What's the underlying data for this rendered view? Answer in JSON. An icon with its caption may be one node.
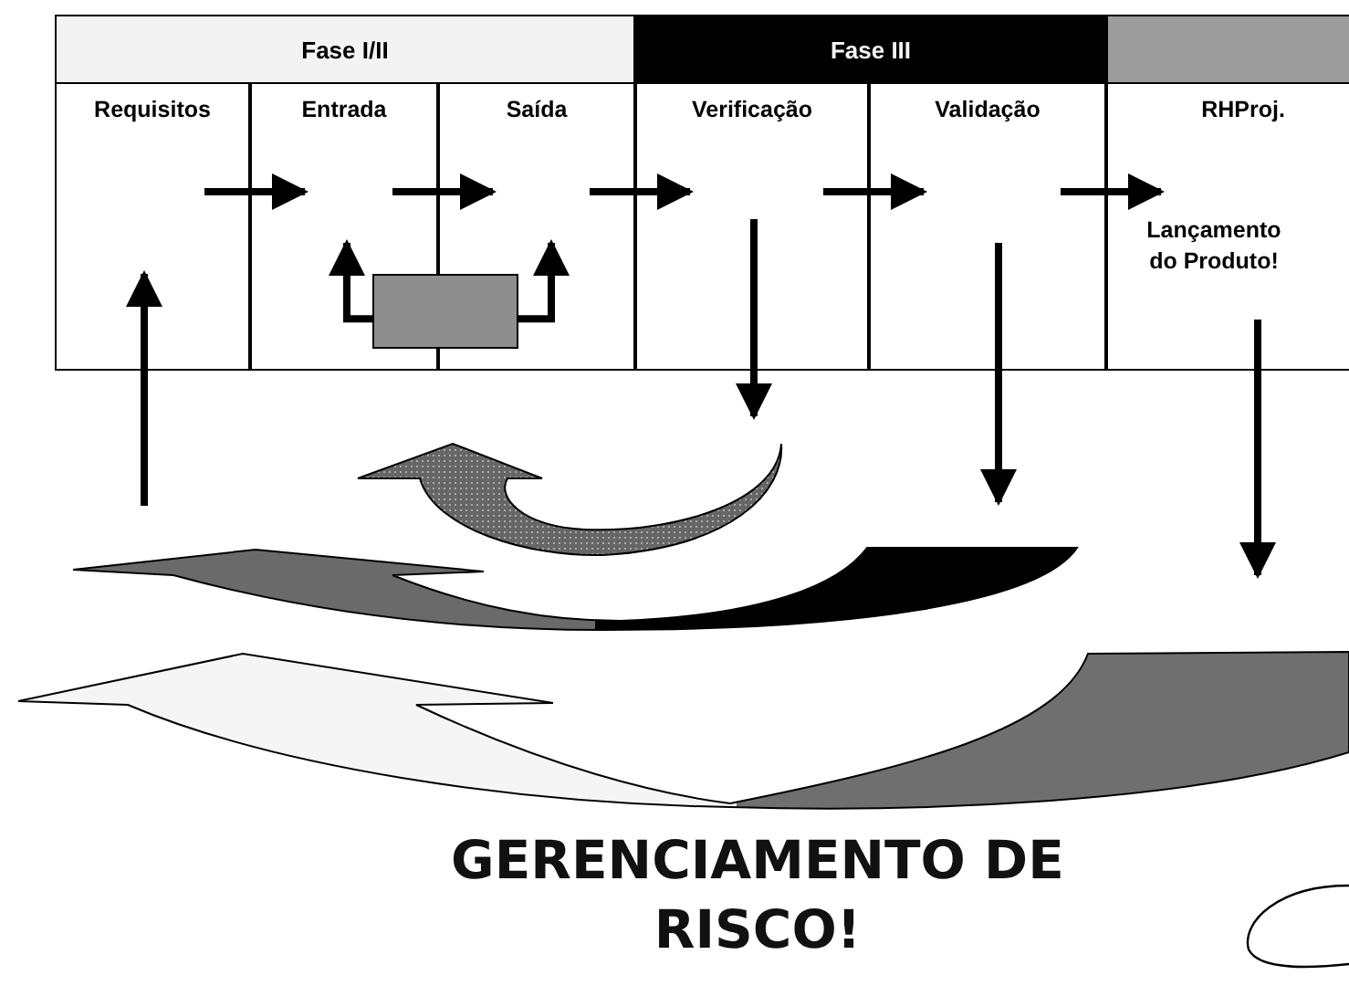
{
  "diagram": {
    "nodes": [
      {
        "text": [
          "Fase I/II"
        ]
      },
      {
        "text": [
          "Fase III"
        ]
      },
      {
        "text": [],
        "shape": "bar"
      },
      {
        "text": [
          "Requisitos"
        ]
      },
      {
        "text": [
          "Entrada"
        ]
      },
      {
        "text": [
          "Saída"
        ]
      },
      {
        "text": [
          "Verificação"
        ]
      },
      {
        "text": [
          "Validação"
        ]
      },
      {
        "text": [
          "RHProj.",
          "Lançamento do Produto!"
        ]
      },
      {
        "text": [],
        "shape": "box"
      }
    ],
    "edges": [
      {
        "from": 3,
        "to": 4,
        "arrow": "to"
      },
      {
        "from": 4,
        "to": 5,
        "arrow": "to"
      },
      {
        "from": 5,
        "to": 6,
        "arrow": "to"
      },
      {
        "from": 6,
        "to": 7,
        "arrow": "to"
      },
      {
        "from": 7,
        "to": 8,
        "arrow": "to"
      },
      {
        "from": 9,
        "to": 4,
        "arrow": "to"
      },
      {
        "from": 9,
        "to": 5,
        "arrow": "to"
      },
      {
        "from": null,
        "to": 3,
        "arrow": "to"
      },
      {
        "from": 6,
        "to": null,
        "arrow": "to"
      },
      {
        "from": 7,
        "to": null,
        "arrow": "to"
      },
      {
        "from": 8,
        "to": null,
        "arrow": "to"
      }
    ],
    "labels": [
      "GERENCIAMENTO DE RISCO!"
    ]
  }
}
